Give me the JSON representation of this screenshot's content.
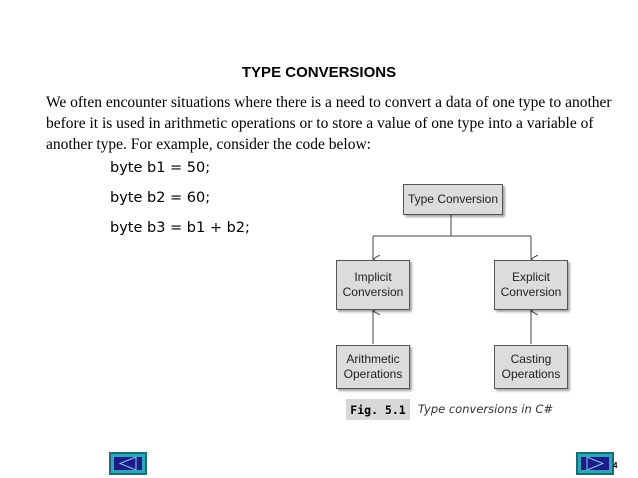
{
  "slide": {
    "title": "TYPE CONVERSIONS",
    "paragraph": "We often encounter situations where there is a need to convert a data of one type to another before it is used in arithmetic operations or to store a value of one type into a variable of another type. For example, consider the code below:",
    "code": [
      "byte b1 = 50;",
      "byte b2 = 60;",
      "byte b3 = b1 + b2;"
    ]
  },
  "diagram": {
    "root": "Type Conversion",
    "left": [
      "Implicit",
      "Conversion"
    ],
    "right": [
      "Explicit",
      "Conversion"
    ],
    "left_source": [
      "Arithmetic",
      "Operations"
    ],
    "right_source": [
      "Casting",
      "Operations"
    ]
  },
  "figure": {
    "label": "Fig. 5.1",
    "caption": "Type conversions in C#"
  },
  "footer": {
    "page_number": "4",
    "prev_icon": "triangle-left",
    "next_icon": "triangle-right",
    "nav_color": "#2da6b8",
    "nav_inner_color": "#1e1a8c"
  }
}
